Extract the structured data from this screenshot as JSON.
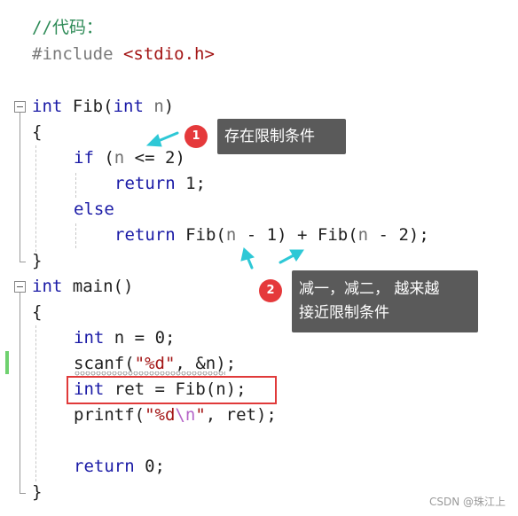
{
  "code": {
    "comment": "//代码：",
    "include_directive": "#include",
    "include_header": "<stdio.h>",
    "kw_int": "int",
    "kw_if": "if",
    "kw_return": "return",
    "kw_else": "else",
    "fn_fib": "Fib",
    "fn_main": "main",
    "fn_scanf": "scanf",
    "fn_printf": "printf",
    "var_n": "n",
    "var_ret": "ret",
    "fmt_d": "\"%d\"",
    "fmt_d_nl_open": "\"%d",
    "fmt_nl": "\\n",
    "fmt_close": "\"",
    "addr_n": "&n",
    "num_0": "0",
    "num_1": "1",
    "num_2": "2",
    "brace_open": "{",
    "brace_close": "}"
  },
  "annotations": {
    "badge1": "1",
    "callout1": "存在限制条件",
    "badge2": "2",
    "callout2_line1": "减一，减二， 越来越",
    "callout2_line2": "接近限制条件"
  },
  "colors": {
    "keyword": "#1a1aa6",
    "string": "#a31515",
    "comment": "#2e8b57",
    "highlight_border": "#e03a3a",
    "callout_bg": "#5a5a5a",
    "badge_bg": "#e5393b",
    "arrow": "#2ec8d6",
    "change_bar": "#6fd16f"
  },
  "watermark": "CSDN @珠江上"
}
